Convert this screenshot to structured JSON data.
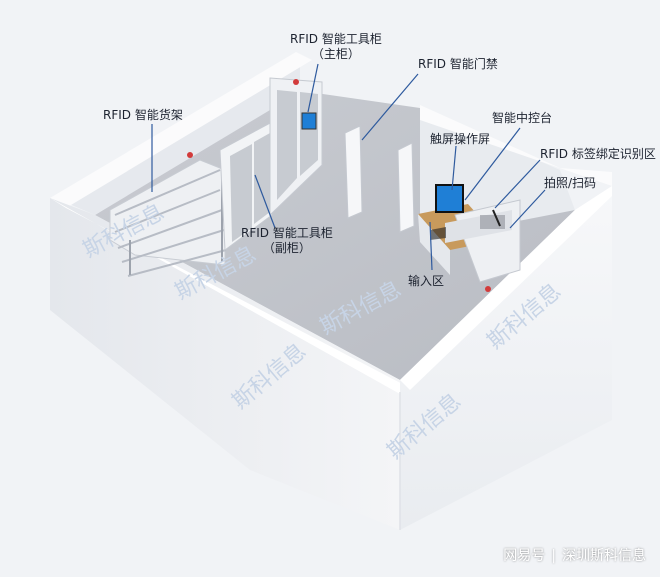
{
  "labels": {
    "shelf": "RFID 智能货架",
    "main_cabinet_line1": "RFID 智能工具柜",
    "main_cabinet_line2": "（主柜）",
    "gate": "RFID 智能门禁",
    "console": "智能中控台",
    "touch_screen": "触屏操作屏",
    "tag_binding": "RFID 标签绑定识别区",
    "photo_scan": "拍照/扫码",
    "sub_cabinet_line1": "RFID 智能工具柜",
    "sub_cabinet_line2": "（副柜）",
    "input_area": "输入区"
  },
  "watermark": "斯科信息",
  "footer": {
    "platform": "网易号",
    "account": "深圳斯科信息"
  },
  "colors": {
    "background": "#f1f3f6",
    "wall_top": "#e7eaef",
    "wall_front": "#f4f5f7",
    "floor": "#c3c6cc",
    "leader_line": "#2e5a9e",
    "screen": "#1f7fd6",
    "desk_wood": "#c89a5c",
    "watermark": "#c7d4e6"
  }
}
